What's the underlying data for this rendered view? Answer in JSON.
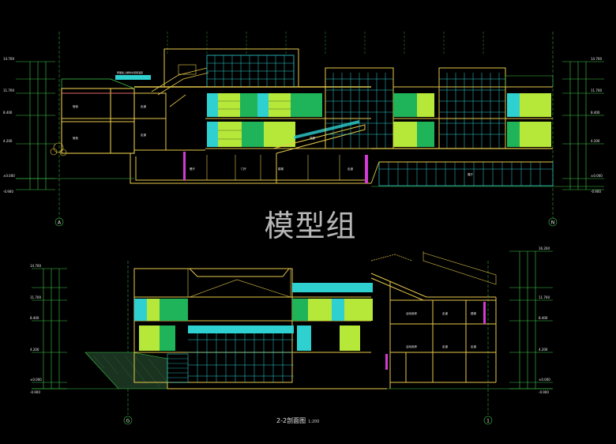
{
  "watermark": "模型组",
  "section_upper": {
    "axis_left": "A",
    "axis_right": "N",
    "elev_left": [
      "14.700",
      "11.700",
      "8.400",
      "4.200",
      "±0.000",
      "-0.900"
    ],
    "elev_right": [
      "14.700",
      "11.700",
      "8.400",
      "4.200",
      "±0.000",
      "-0.900"
    ],
    "room_labels": [
      "宿舍",
      "宿舍",
      "走道",
      "走道",
      "餐厅",
      "门厅",
      "楼梯",
      "连廊",
      "走道",
      "展厅"
    ],
    "roof_note": "屋面板上做防水层保温层"
  },
  "section_lower": {
    "title": "2-2剖面图",
    "scale": "1:200",
    "axis_left": "G",
    "axis_right": "1",
    "elev_left": [
      "14.700",
      "11.700",
      "8.400",
      "4.200",
      "±0.000",
      "-0.900"
    ],
    "elev_right": [
      "16.200",
      "11.700",
      "8.400",
      "4.200",
      "±0.000",
      "-0.900"
    ],
    "room_labels": [
      "活动用房",
      "活动用房",
      "走道",
      "走道",
      "楼梯",
      "走道"
    ]
  },
  "colors": {
    "background": "#000000",
    "structure": "#e6c84a",
    "glazing": "#2fd0d0",
    "panel_lime": "#b6e83a",
    "panel_green": "#1fb35a",
    "dim_green": "#3fc84a",
    "accent_magenta": "#d43ad4",
    "text_white": "#f0f0f0"
  }
}
